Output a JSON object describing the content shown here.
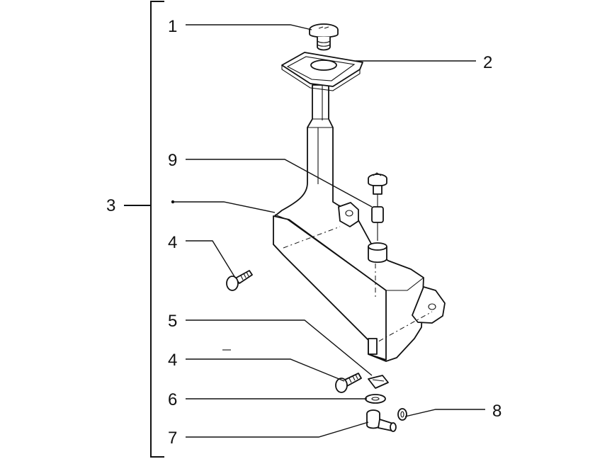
{
  "diagram": {
    "callouts": [
      {
        "id": "1",
        "label": "1"
      },
      {
        "id": "2",
        "label": "2"
      },
      {
        "id": "3",
        "label": "3"
      },
      {
        "id": "4a",
        "label": "4"
      },
      {
        "id": "4b",
        "label": "4"
      },
      {
        "id": "5",
        "label": "5"
      },
      {
        "id": "6",
        "label": "6"
      },
      {
        "id": "7",
        "label": "7"
      },
      {
        "id": "8",
        "label": "8"
      },
      {
        "id": "9",
        "label": "9"
      }
    ]
  }
}
